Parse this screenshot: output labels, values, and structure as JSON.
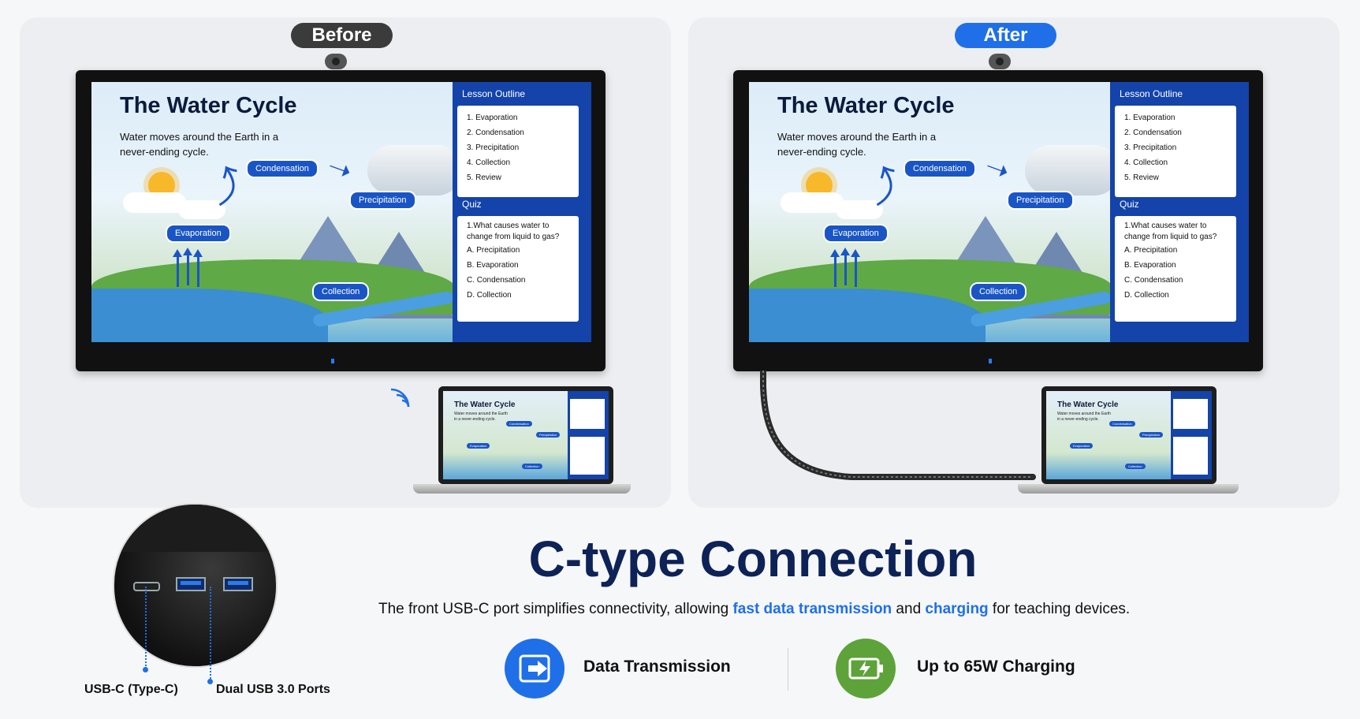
{
  "before_label": "Before",
  "after_label": "After",
  "slide": {
    "title": "The Water Cycle",
    "subtitle": "Water moves around the Earth in a never-ending cycle.",
    "labels": {
      "condensation": "Condensation",
      "precipitation": "Precipitation",
      "evaporation": "Evaporation",
      "collection": "Collection"
    },
    "outline_heading": "Lesson Outline",
    "outline_items": [
      "1. Evaporation",
      "2. Condensation",
      "3. Precipitation",
      "4. Collection",
      "5. Review"
    ],
    "quiz_heading": "Quiz",
    "quiz_question": "1.What causes water to change from liquid to gas?",
    "quiz_options": [
      "A. Precipitation",
      "B. Evaporation",
      "C. Condensation",
      "D. Collection"
    ]
  },
  "ports": {
    "usbc_label": "USB-C (Type-C)",
    "usb3_label": "Dual USB 3.0 Ports"
  },
  "headline": "C-type Connection",
  "description": {
    "part1": "The front USB-C port simplifies connectivity, allowing ",
    "highlight1": "fast data transmission",
    "part2": " and ",
    "highlight2": "charging",
    "part3": " for teaching devices."
  },
  "features": [
    {
      "label": "Data Transmission",
      "icon": "data-transfer-icon",
      "color": "#1f6fe8"
    },
    {
      "label": "Up to 65W Charging",
      "icon": "battery-charging-icon",
      "color": "#5da33a"
    }
  ],
  "colors": {
    "accent": "#1f6fe8",
    "title": "#0d2257",
    "before_pill": "#3b3b3b",
    "after_pill": "#1f6fe8"
  }
}
